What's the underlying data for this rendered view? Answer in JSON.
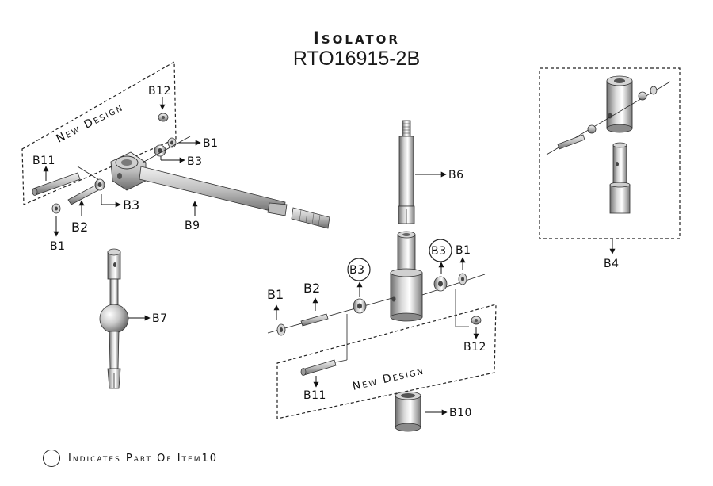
{
  "title": "Isolator",
  "part_number": "RTO16915-2B",
  "legend_text": "Indicates Part Of Item10",
  "new_design_label": "New Design",
  "labels": {
    "b1": "B1",
    "b2": "B2",
    "b3": "B3",
    "b4": "B4",
    "b6": "B6",
    "b7": "B7",
    "b9": "B9",
    "b10": "B10",
    "b11": "B11",
    "b12": "B12"
  }
}
